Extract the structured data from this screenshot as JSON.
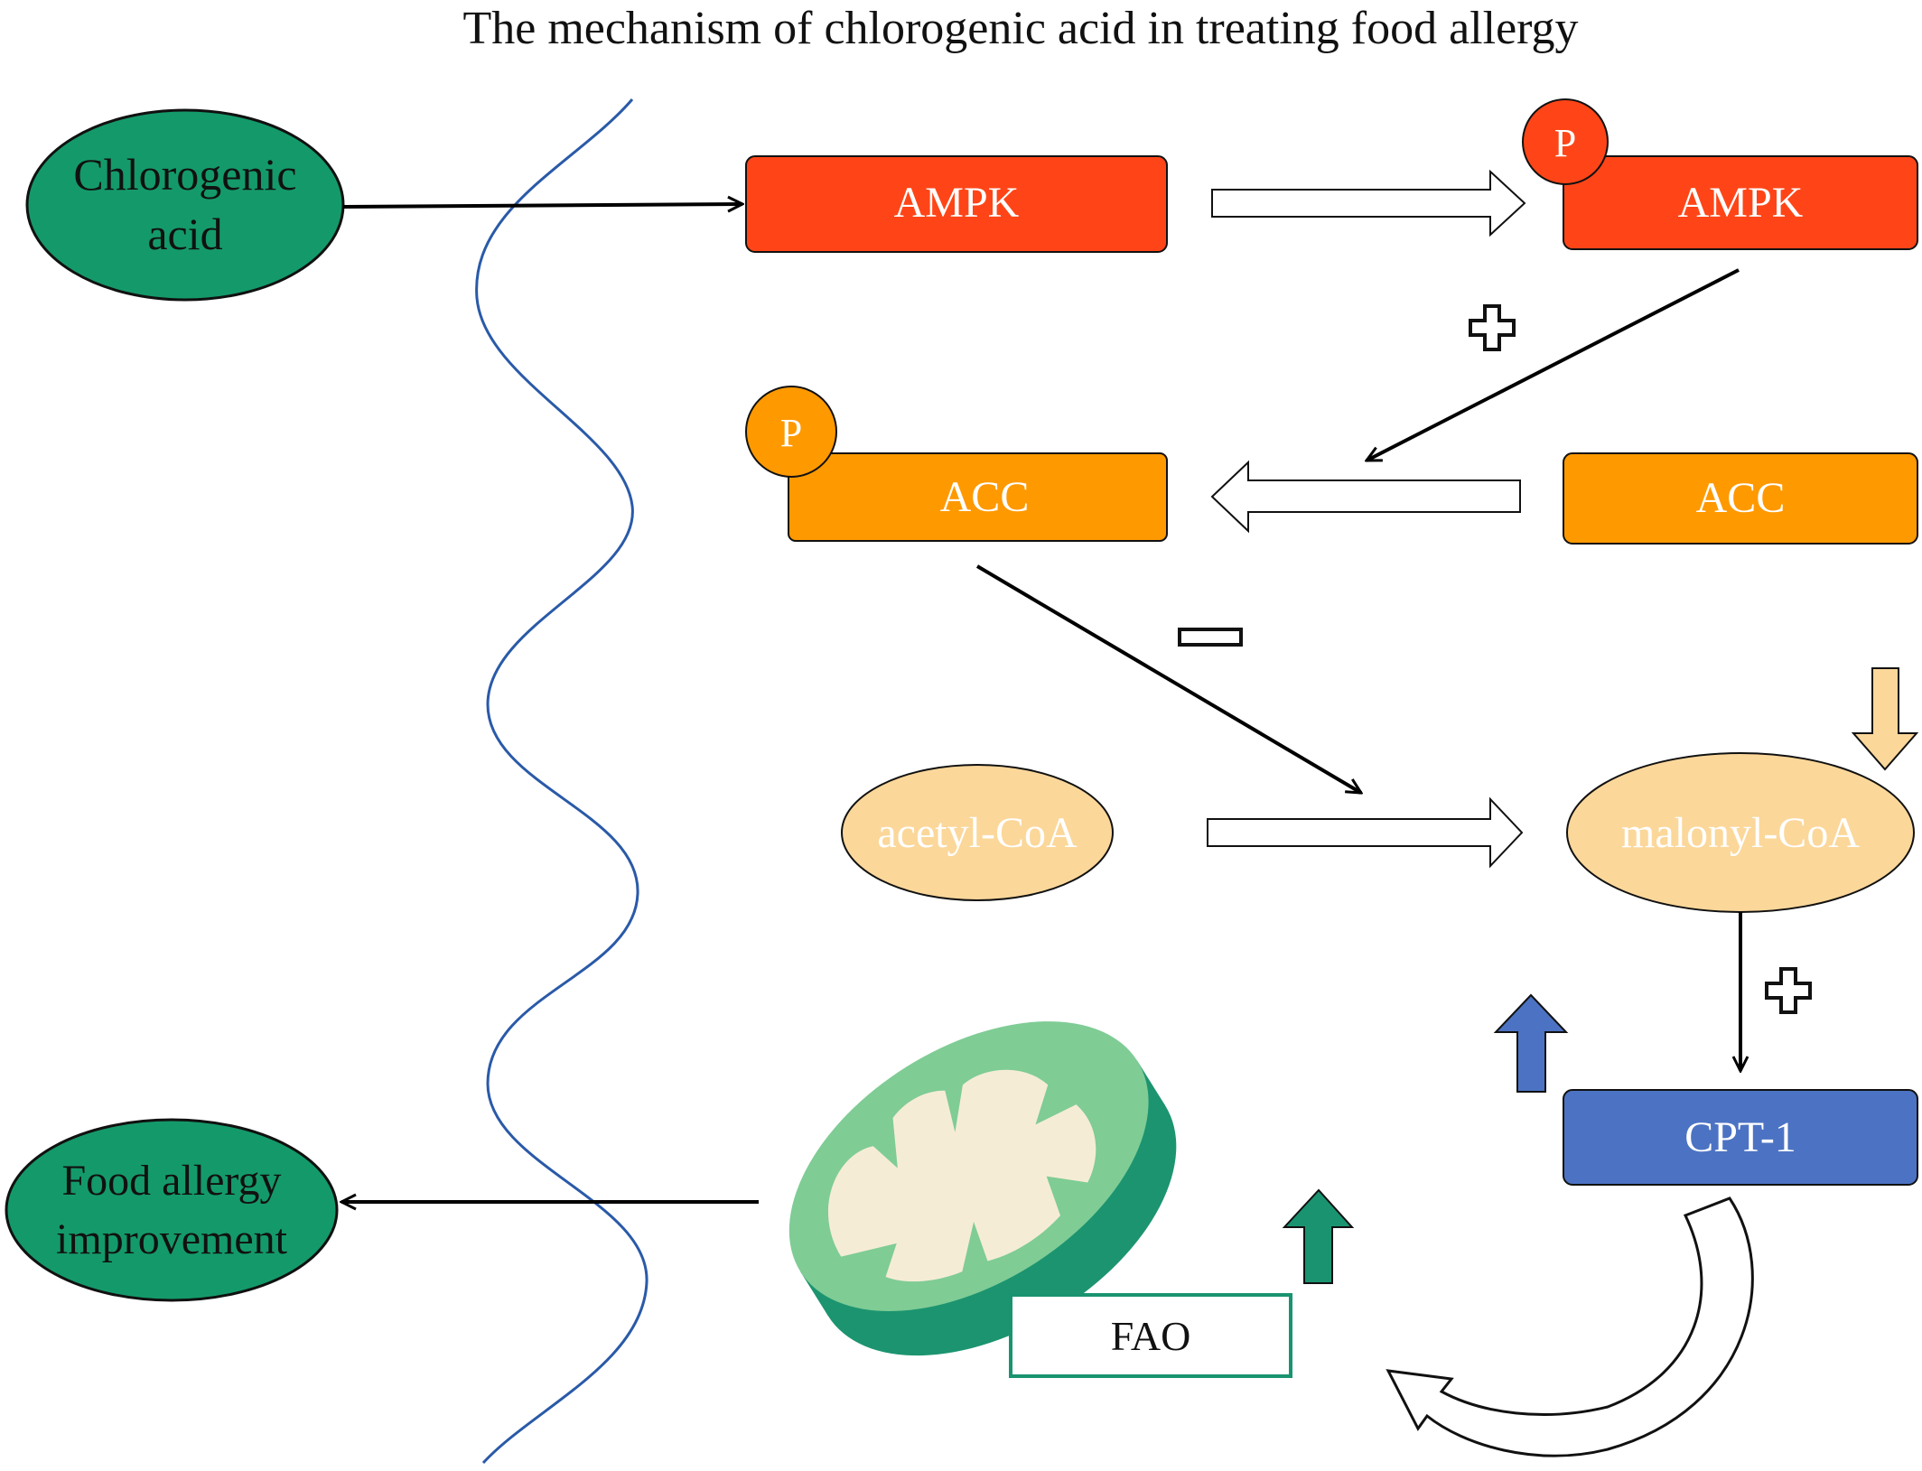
{
  "title": "The mechanism of chlorogenic acid in treating food allergy",
  "nodes": {
    "chlorogenic_acid": [
      "Chlorogenic",
      "acid"
    ],
    "food_allergy": [
      "Food allergy",
      "improvement"
    ],
    "ampk": "AMPK",
    "ampk_phospho": "AMPK",
    "acc_phospho": "ACC",
    "acc": "ACC",
    "acetyl_coa": "acetyl-CoA",
    "malonyl_coa": "malonyl-CoA",
    "cpt1": "CPT-1",
    "fao": "FAO"
  },
  "phospho_label": "P",
  "colors": {
    "green_node": "#149a6a",
    "ampk": "#ff4517",
    "phospho_ampk": "#ff4517",
    "acc": "#ff9900",
    "coa": "#fbd79a",
    "cpt1": "#4c73c3",
    "up_arrow_blue": "#4c73c3",
    "up_arrow_green": "#1a9470",
    "down_arrow": "#fbd79a",
    "wave": "#2a5aa8",
    "mito_outer": "#7fcc95",
    "mito_side": "#1c9470",
    "mito_cristae": "#f5ecd6"
  }
}
